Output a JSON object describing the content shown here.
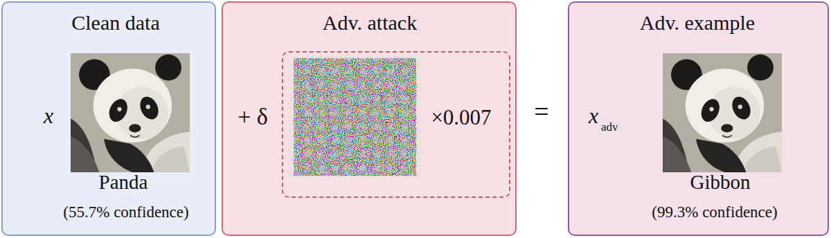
{
  "diagram": {
    "nodes": [
      {
        "text": [
          "Clean data",
          "x",
          "Panda",
          "(55.7% confidence)"
        ]
      },
      {
        "text": [
          "Adv. attack",
          "+ δ"
        ]
      },
      {
        "text": [
          "×0.007"
        ],
        "in": 1
      },
      {
        "text": [
          "Adv. example",
          "x",
          "adv",
          "Gibbon",
          "(99.3% confidence)"
        ]
      }
    ],
    "labels": [
      "="
    ]
  }
}
